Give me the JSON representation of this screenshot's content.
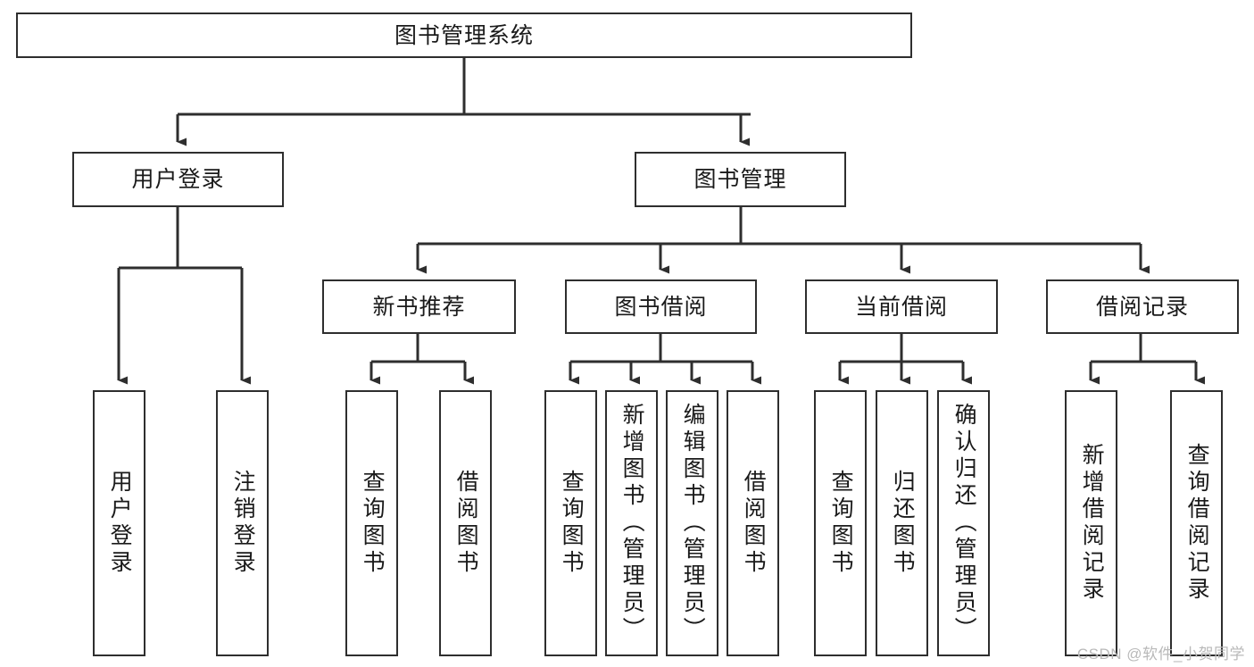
{
  "diagram": {
    "title": "图书管理系统",
    "type": "tree-hierarchy",
    "root": {
      "label": "图书管理系统"
    },
    "level2": [
      {
        "label": "用户登录"
      },
      {
        "label": "图书管理"
      }
    ],
    "level3": [
      {
        "label": "新书推荐"
      },
      {
        "label": "图书借阅"
      },
      {
        "label": "当前借阅"
      },
      {
        "label": "借阅记录"
      }
    ],
    "leaves": [
      {
        "label": "用户登录"
      },
      {
        "label": "注销登录"
      },
      {
        "label": "查询图书"
      },
      {
        "label": "借阅图书"
      },
      {
        "label": "查询图书"
      },
      {
        "label": "新增图书（管理员）"
      },
      {
        "label": "编辑图书（管理员）"
      },
      {
        "label": "借阅图书"
      },
      {
        "label": "查询图书"
      },
      {
        "label": "归还图书"
      },
      {
        "label": "确认归还（管理员）"
      },
      {
        "label": "新增借阅记录"
      },
      {
        "label": "查询借阅记录"
      }
    ]
  },
  "watermark": {
    "text": "CSDN @软件_小贺同学"
  },
  "colors": {
    "stroke": "#2e2e2e",
    "background": "#ffffff",
    "text": "#1a1a1a",
    "watermark": "#b9b9b9"
  }
}
